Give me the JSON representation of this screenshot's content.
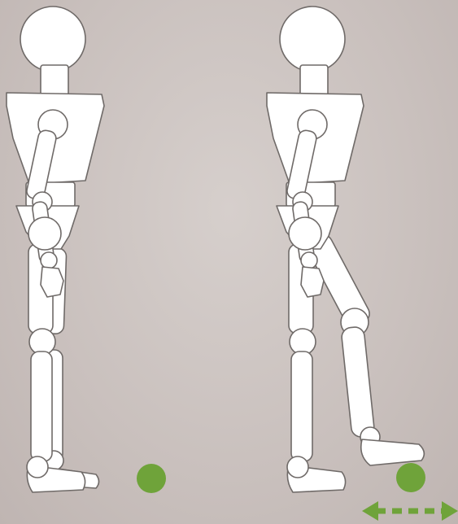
{
  "colors": {
    "background": "#cdc5c2",
    "figure_fill": "#ffffff",
    "figure_outline": "#6f6a68",
    "ball": "#6fa33a",
    "arrow": "#6fa33a"
  },
  "figures": [
    {
      "name": "standing-figure",
      "pose": "standing"
    },
    {
      "name": "foot-on-ball-figure",
      "pose": "foot-rolling-ball"
    }
  ],
  "icons": {
    "ball": "green-ball-icon",
    "arrow": "double-headed-arrow-icon"
  }
}
